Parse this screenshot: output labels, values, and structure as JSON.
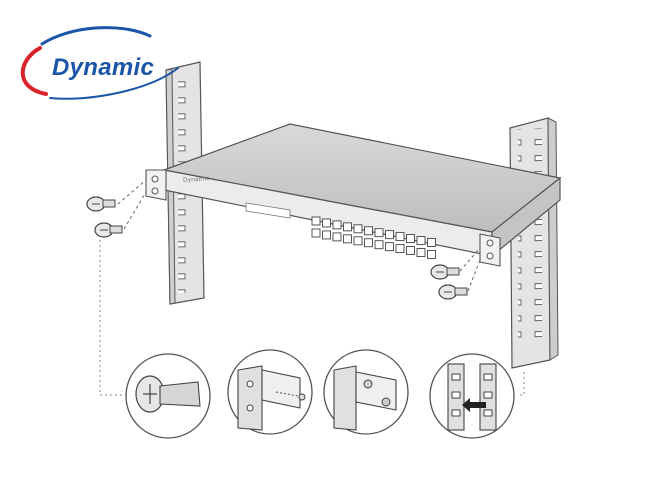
{
  "logo": {
    "text": "Dynamic",
    "text_color": "#1a55a8",
    "swoosh_color": "#d8232a"
  },
  "device": {
    "brand_label": "Dynamic",
    "port_count": 24
  },
  "colors": {
    "line": "#555555",
    "rack": "#e2e2e2",
    "switch_top": "#cfcfcf",
    "switch_front": "#e6e6e6",
    "leader": "#888888"
  },
  "detail_views": [
    {
      "name": "screw-closeup"
    },
    {
      "name": "bracket-screw-view"
    },
    {
      "name": "bracket-mounted-view"
    },
    {
      "name": "rack-insert-view"
    }
  ]
}
